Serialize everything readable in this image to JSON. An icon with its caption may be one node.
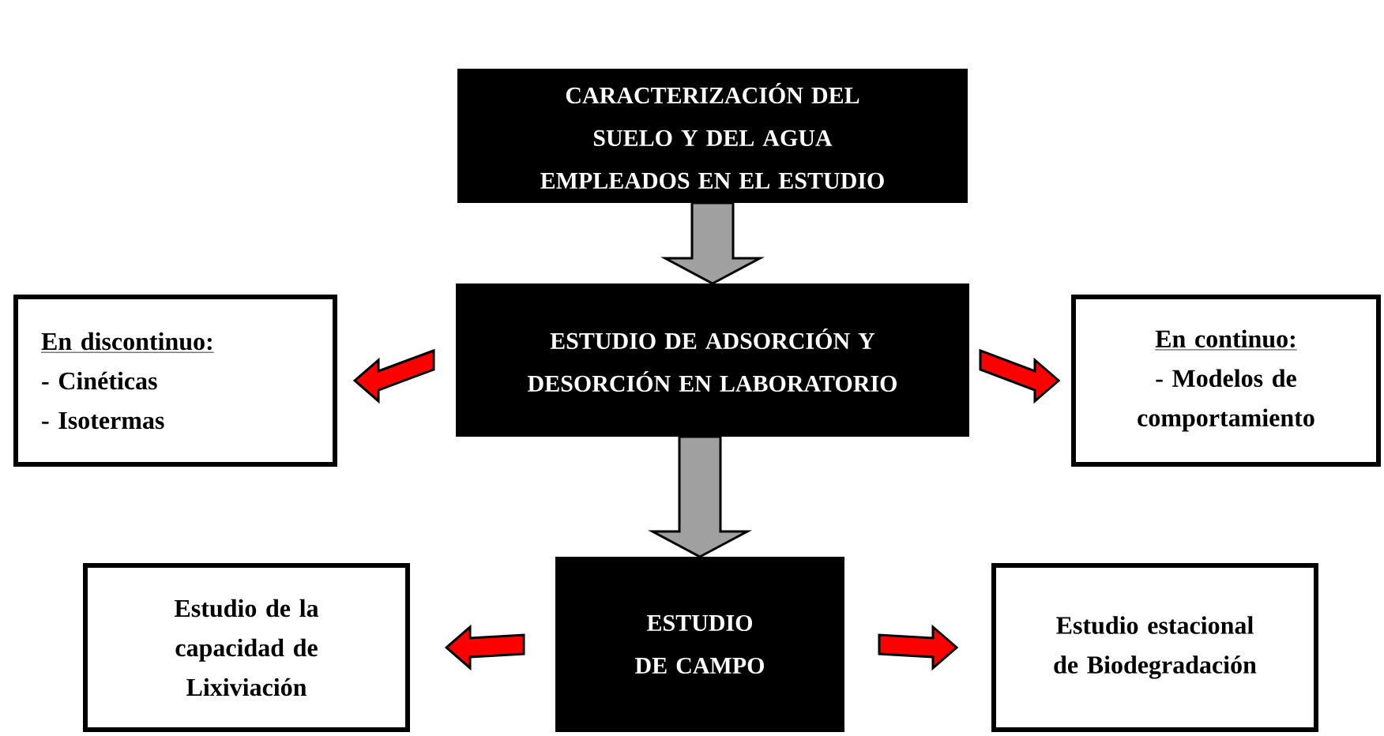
{
  "diagram": {
    "nodes": [
      {
        "text": [
          "CARACTERIZACIÓN DEL SUELO Y DEL AGUA EMPLEADOS EN EL ESTUDIO"
        ]
      },
      {
        "text": [
          "En discontinuo:",
          "- Cinéticas",
          "- Isotermas"
        ]
      },
      {
        "text": [
          "ESTUDIO DE ADSORCIÓN Y DESORCIÓN EN LABORATORIO"
        ]
      },
      {
        "text": [
          "En continuo:",
          "- Modelos de comportamiento"
        ]
      },
      {
        "text": [
          "Estudio de la capacidad de Lixiviación"
        ]
      },
      {
        "text": [
          "ESTUDIO DE CAMPO"
        ]
      },
      {
        "text": [
          "Estudio estacional de Biodegradación"
        ]
      }
    ],
    "edges": [
      {
        "from": 0,
        "to": 2,
        "arrow": "to",
        "color": "#a0a0a0"
      },
      {
        "from": 2,
        "to": 1,
        "arrow": "to"
      },
      {
        "from": 2,
        "to": 3,
        "arrow": "to"
      },
      {
        "from": 2,
        "to": 5,
        "arrow": "to",
        "color": "#a0a0a0"
      },
      {
        "from": 5,
        "to": 4,
        "arrow": "to"
      },
      {
        "from": 5,
        "to": 6,
        "arrow": "to"
      }
    ]
  }
}
